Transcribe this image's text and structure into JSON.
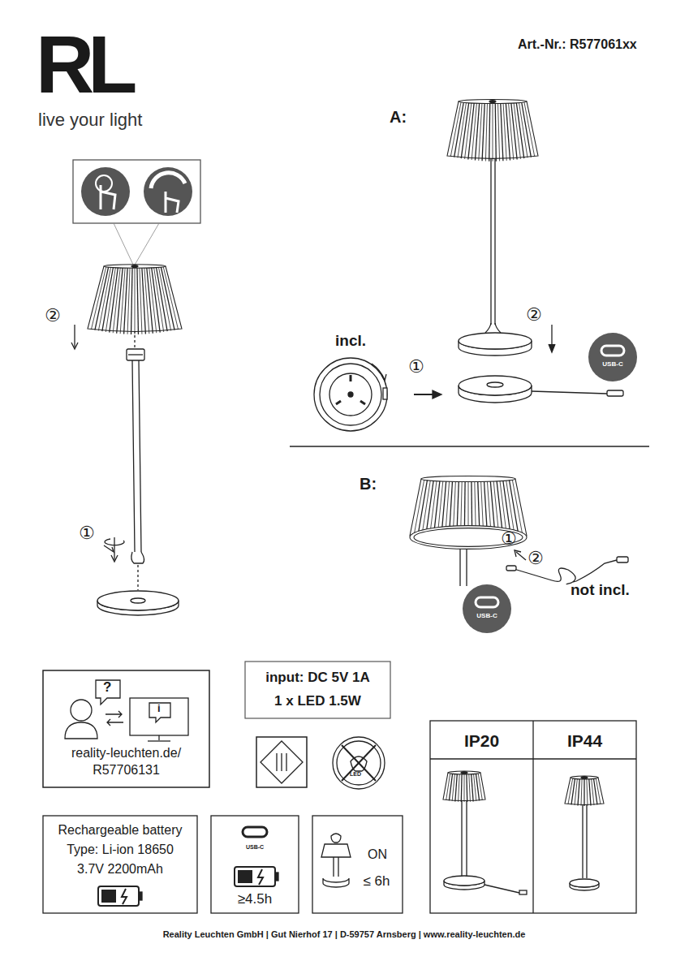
{
  "diagram": {
    "nodes": [
      {
        "text": [
          "USB-C"
        ]
      },
      {
        "text": [
          "USB-C"
        ]
      },
      {
        "text": [
          "reality-leuchten.de/ R57706131"
        ]
      },
      {
        "text": [
          "input: DC 5V 1A",
          "1 x LED 1.5W"
        ]
      },
      {
        "text": [
          "IP20"
        ]
      },
      {
        "text": [
          "IP44"
        ]
      },
      {
        "text": [
          "Rechargeable battery",
          "Type: Li-ion 18650",
          "3.7V 2200mAh"
        ]
      },
      {
        "text": [
          "USB-C",
          "≥4.5h"
        ]
      },
      {
        "text": [
          "ON",
          "≤ 6h"
        ]
      }
    ],
    "edges": [],
    "labels": [
      "RL",
      "live your light",
      "Art.-Nr.: R577061xx",
      "②",
      "①",
      "A:",
      "incl.",
      "①",
      "②",
      "B:",
      "①",
      "②",
      "not incl.",
      "Reality Leuchten GmbH | Gut Nierhof 17 | D-59757 Arnsberg | www.reality-leuchten.de",
      "?",
      "i",
      "LED"
    ]
  }
}
